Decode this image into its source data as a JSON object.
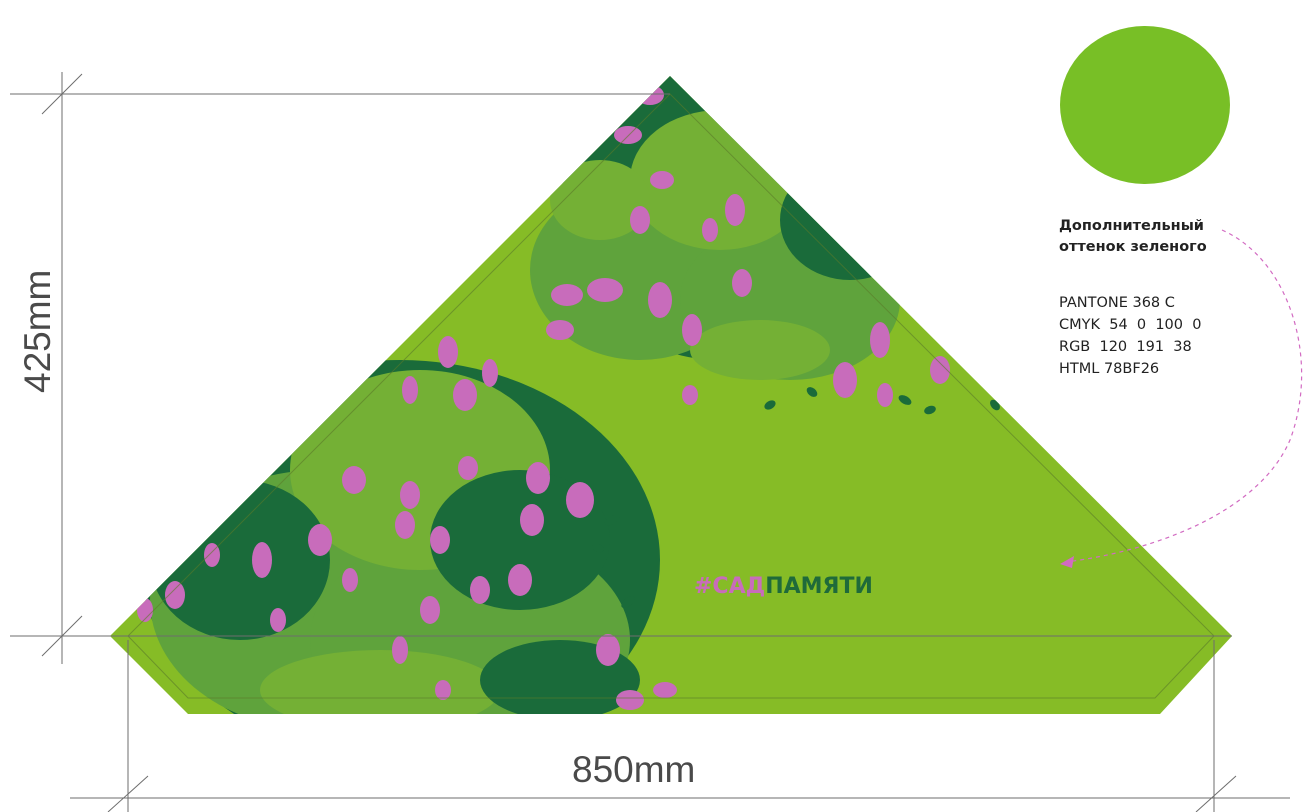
{
  "dimensions": {
    "height_label": "425mm",
    "width_label": "850mm"
  },
  "hashtag": {
    "part1": "#САД",
    "part2": "ПАМЯТИ",
    "part1_color": "#c86cbb",
    "part2_color": "#1f6a3a"
  },
  "swatch": {
    "title_line1": "Дополнительный",
    "title_line2": "оттенок зеленого",
    "pantone": "PANTONE 368 C",
    "cmyk": "CMYK  54  0  100  0",
    "rgb": "RGB  120  191  38",
    "html": "HTML 78BF26",
    "color": "#78bf26"
  },
  "colors": {
    "background_green": "#86bc26",
    "dark_green": "#1a6b3a",
    "mid_green": "#5fa33c",
    "light_green": "#74b035",
    "lilac": "#c86cbb",
    "line": "#6d6d6d",
    "arrow": "#d26bc2"
  }
}
